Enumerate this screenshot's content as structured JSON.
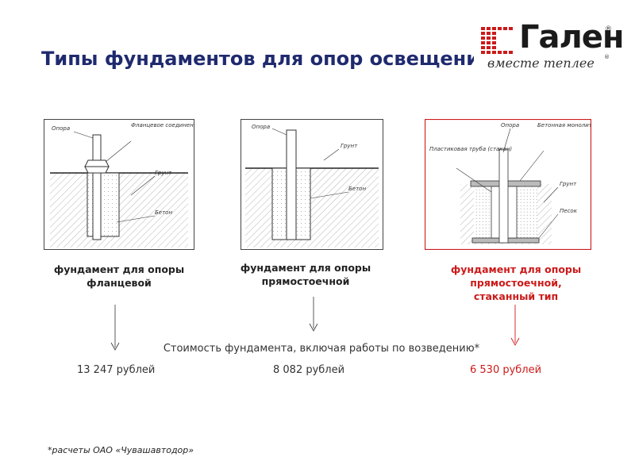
{
  "title": "Типы фундаментов для опор освещения",
  "logo": {
    "name": "Гален",
    "slogan": "вместе теплее",
    "reg_mark": "®"
  },
  "diagrams": [
    {
      "labels": {
        "support": "Опора",
        "flange": "Фланцевое соединение",
        "ground": "Грунт",
        "concrete": "Бетон"
      },
      "caption": [
        "фундамент для опоры",
        "фланцевой"
      ],
      "price": "13 247 рублей",
      "color": "#222222"
    },
    {
      "labels": {
        "support": "Опора",
        "ground": "Грунт",
        "concrete": "Бетон"
      },
      "caption": [
        "фундамент для опоры",
        "прямостоечной"
      ],
      "price": "8 082 рублей",
      "color": "#222222"
    },
    {
      "labels": {
        "support": "Опора",
        "plastic_tube": "Пластиковая труба (стакан)",
        "slab": "Бетонная монолитная плита",
        "ground": "Грунт",
        "sand": "Песок"
      },
      "caption": [
        "фундамент для опоры",
        "прямостоечной,",
        "стаканный тип"
      ],
      "price": "6 530 рублей",
      "color": "#cc1a1a"
    }
  ],
  "cost_title": "Стоимость фундамента, включая работы по возведению*",
  "footnote": "*расчеты ОАО «Чувашавтодор»",
  "colors": {
    "title": "#1f2a6e",
    "accent": "#cc1a1a",
    "logo_grid": "#cc1a1a"
  }
}
